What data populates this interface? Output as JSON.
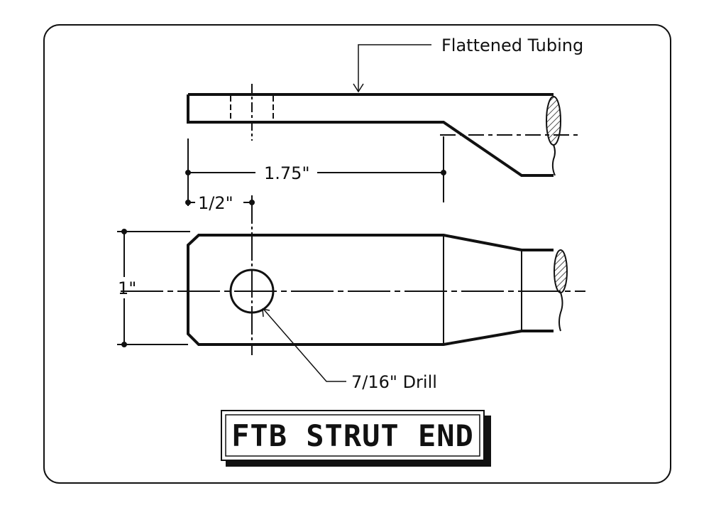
{
  "labels": {
    "flattened_tubing": "Flattened Tubing",
    "length_dim": "1.75\"",
    "hole_offset_dim": "1/2\"",
    "width_dim": "1\"",
    "drill": "7/16\" Drill"
  },
  "title": "FTB STRUT END",
  "colors": {
    "ink": "#111111",
    "background": "#ffffff"
  }
}
